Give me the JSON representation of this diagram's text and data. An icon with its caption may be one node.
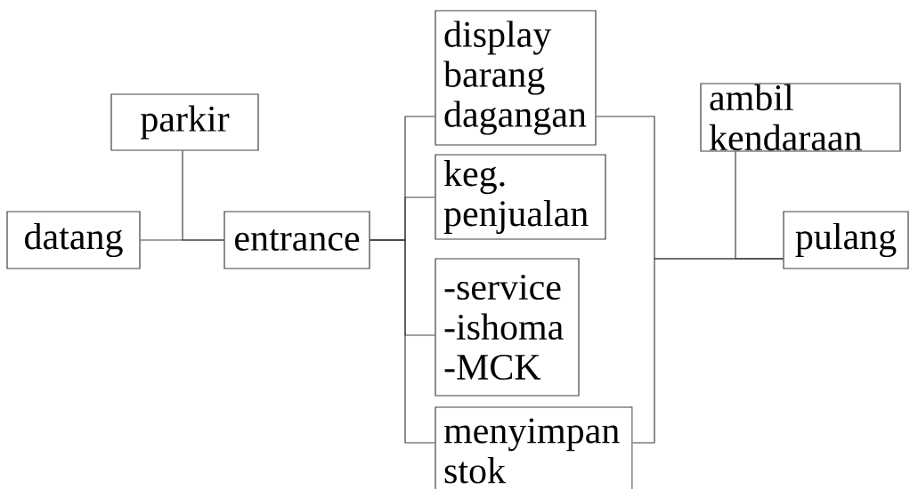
{
  "diagram": {
    "nodes": [
      {
        "text": [
          "parkir"
        ]
      },
      {
        "text": [
          "datang"
        ]
      },
      {
        "text": [
          "entrance"
        ]
      },
      {
        "text": [
          "display barang dagangan"
        ]
      },
      {
        "text": [
          "keg. penjualan"
        ]
      },
      {
        "text": [
          "-service -ishoma -MCK"
        ]
      },
      {
        "text": [
          "menyimpan stok"
        ]
      },
      {
        "text": [
          "ambil kendaraan"
        ]
      },
      {
        "text": [
          "pulang"
        ]
      }
    ],
    "edges": [
      {
        "from": 1,
        "to": 2,
        "arrow": "none"
      },
      {
        "from": 0,
        "to": 2,
        "arrow": "none"
      },
      {
        "from": 2,
        "to": 3,
        "arrow": "none"
      },
      {
        "from": 2,
        "to": 4,
        "arrow": "none"
      },
      {
        "from": 2,
        "to": 5,
        "arrow": "none"
      },
      {
        "from": 2,
        "to": 6,
        "arrow": "none"
      },
      {
        "from": 3,
        "to": 8,
        "arrow": "none"
      },
      {
        "from": 6,
        "to": 8,
        "arrow": "none"
      },
      {
        "from": 7,
        "to": 8,
        "arrow": "none"
      }
    ]
  }
}
